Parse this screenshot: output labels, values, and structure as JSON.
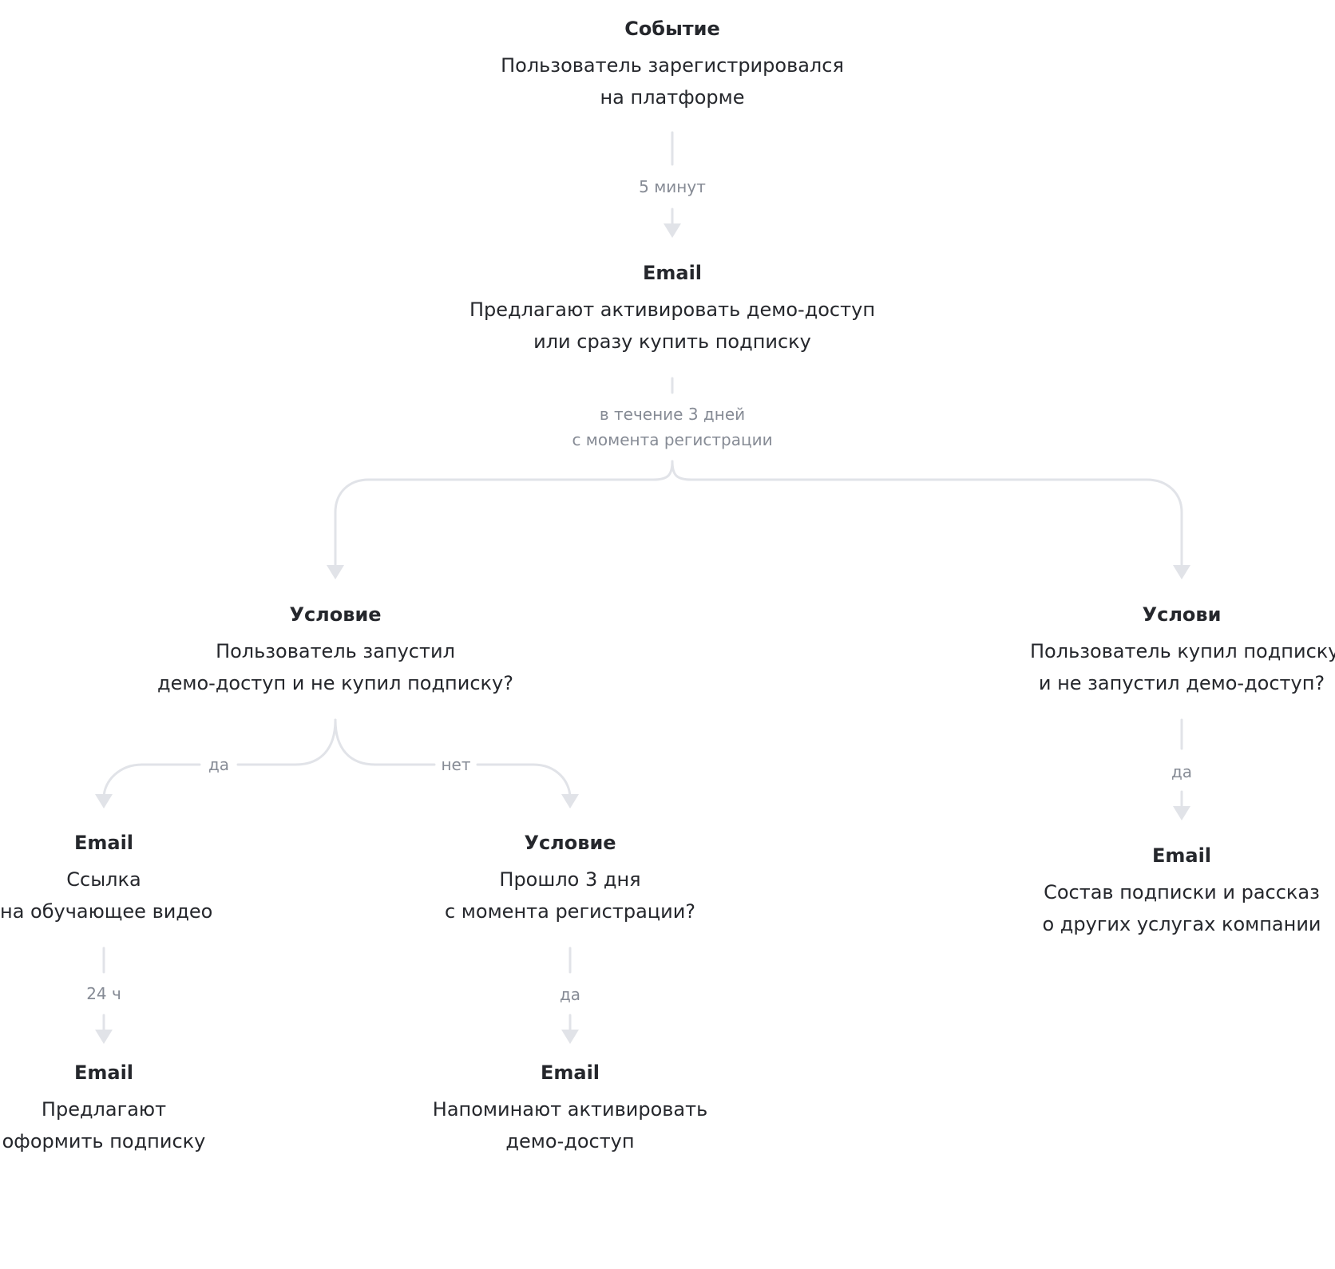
{
  "nodes": {
    "event": {
      "title": "Событие",
      "lines": [
        "Пользователь зарегистрировался",
        "на платформе"
      ]
    },
    "email_offer": {
      "title": "Email",
      "lines": [
        "Предлагают активировать демо-доступ",
        "или сразу купить подписку"
      ]
    },
    "cond_demo": {
      "title": "Условие",
      "lines": [
        "Пользователь запустил",
        "демо-доступ и не купил подписку?"
      ]
    },
    "cond_bought": {
      "title": "Услови",
      "lines": [
        "Пользователь купил подписку",
        "и не запустил демо-доступ?"
      ]
    },
    "email_video": {
      "title": "Email",
      "lines": [
        "Ссылка",
        "на обучающее видео"
      ]
    },
    "cond_3days": {
      "title": "Условие",
      "lines": [
        "Прошло 3 дня",
        "с момента регистрации?"
      ]
    },
    "email_composition": {
      "title": "Email",
      "lines": [
        "Состав подписки и рассказ",
        "о других услугах компании"
      ]
    },
    "email_subscribe": {
      "title": "Email",
      "lines": [
        "Предлагают",
        "оформить подписку"
      ]
    },
    "email_remind": {
      "title": "Email",
      "lines": [
        "Напоминают активировать",
        "демо-доступ"
      ]
    }
  },
  "edges": {
    "five_min": "5 минут",
    "three_days": [
      "в течение 3 дней",
      "с момента регистрации"
    ],
    "yes_left": "да",
    "no_left": "нет",
    "yes_right": "да",
    "hours_24": "24 ч",
    "yes_3days": "да"
  },
  "colors": {
    "connector": "#e1e3e8",
    "text": "#25272c",
    "label": "#868b95"
  }
}
